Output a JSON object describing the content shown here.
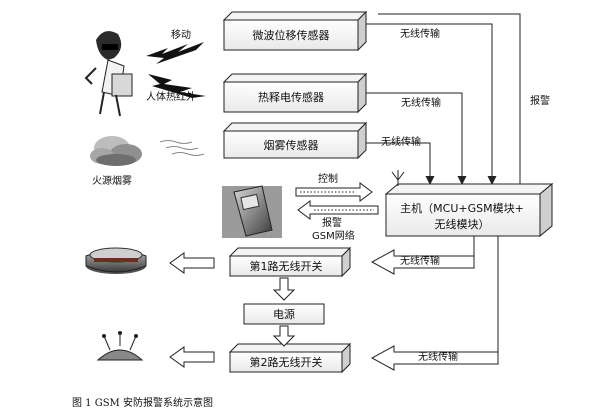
{
  "diagram": {
    "sensors": {
      "microwave": "微波位移传感器",
      "pyro": "热释电传感器",
      "smoke": "烟雾传感器"
    },
    "host": {
      "line1": "主机（MCU+GSM模块+",
      "line2": "无线模块）"
    },
    "switches": {
      "sw1": "第1路无线开关",
      "sw2": "第2路无线开关"
    },
    "power": "电源",
    "labels": {
      "move": "移动",
      "human_ir": "人体热红外",
      "fire_smoke": "火源烟雾",
      "wireless_1": "无线传输",
      "wireless_2": "无线传输",
      "wireless_3": "无线传输",
      "wireless_4": "无线传输",
      "wireless_5": "无线传输",
      "alarm_right": "报警",
      "control": "控制",
      "alarm_phone": "报警",
      "gsm_network": "GSM网络"
    },
    "caption": "图 1    GSM 安防报警系统示意图"
  }
}
